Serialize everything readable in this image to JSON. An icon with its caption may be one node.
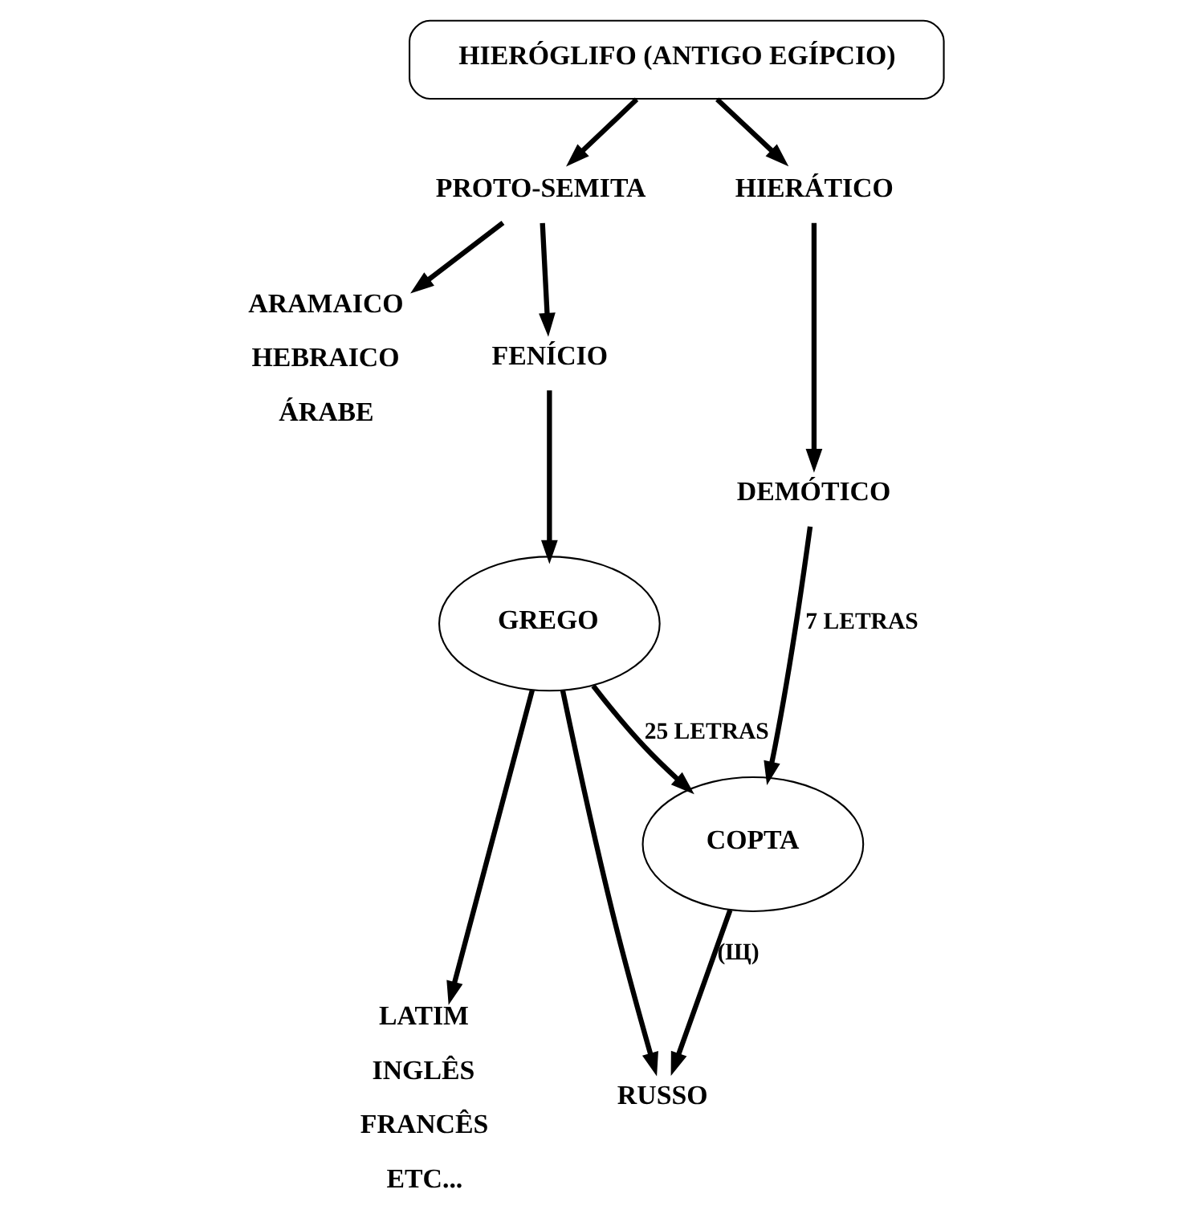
{
  "diagram": {
    "nodes": [
      {
        "text": [
          "HIERÓGLIFO (ANTIGO EGÍPCIO)"
        ]
      },
      {
        "text": [
          "PROTO-SEMITA"
        ]
      },
      {
        "text": [
          "HIERÁTICO"
        ]
      },
      {
        "text": [
          "ARAMAICO",
          "HEBRAICO",
          "ÁRABE"
        ]
      },
      {
        "text": [
          "FENÍCIO"
        ]
      },
      {
        "text": [
          "DEMÓTICO"
        ]
      },
      {
        "text": [
          "GREGO"
        ]
      },
      {
        "text": [
          "LATIM",
          "INGLÊS",
          "FRANCÊS",
          "ETC..."
        ]
      },
      {
        "text": [
          "RUSSO"
        ]
      },
      {
        "text": [
          "COPTA"
        ]
      }
    ],
    "edges": [
      {
        "from": 0,
        "to": 1,
        "arrow": "to"
      },
      {
        "from": 0,
        "to": 2,
        "arrow": "to"
      },
      {
        "from": 1,
        "to": 3,
        "arrow": "to"
      },
      {
        "from": 1,
        "to": 4,
        "arrow": "to"
      },
      {
        "from": 2,
        "to": 5,
        "arrow": "to"
      },
      {
        "from": 4,
        "to": 6,
        "arrow": "to"
      },
      {
        "from": 5,
        "to": 9,
        "arrow": "to",
        "label": "7 LETRAS"
      },
      {
        "from": 6,
        "to": 7,
        "arrow": "to"
      },
      {
        "from": 6,
        "to": 9,
        "arrow": "to",
        "label": "25 LETRAS"
      },
      {
        "from": 6,
        "to": 8,
        "arrow": "to"
      },
      {
        "from": 9,
        "to": 8,
        "arrow": "to",
        "label": "(Щ)"
      }
    ]
  }
}
